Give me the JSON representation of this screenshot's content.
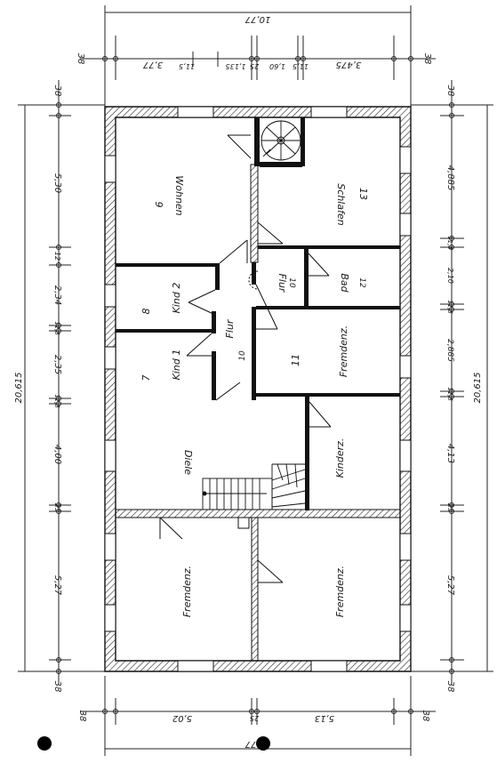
{
  "plan": {
    "rooms": [
      {
        "id": "wohnen",
        "name": "Wohnen",
        "number": "9"
      },
      {
        "id": "schlafen",
        "name": "Schlafen",
        "number": "13"
      },
      {
        "id": "kind2",
        "name": "Kind 2",
        "number": "8"
      },
      {
        "id": "kind1",
        "name": "Kind 1",
        "number": "7"
      },
      {
        "id": "flur-left",
        "name": "Flur",
        "number": "10"
      },
      {
        "id": "flur-right",
        "name": "Flur",
        "number": "10"
      },
      {
        "id": "bad",
        "name": "Bad",
        "number": "12"
      },
      {
        "id": "fremdenz-mid",
        "name": "Fremdenz.",
        "number": "11"
      },
      {
        "id": "diele",
        "name": "Diele",
        "number": ""
      },
      {
        "id": "kinderz",
        "name": "Kinderz.",
        "number": ""
      },
      {
        "id": "fremdenz-bl",
        "name": "Fremdenz.",
        "number": ""
      },
      {
        "id": "fremdenz-br",
        "name": "Fremdenz.",
        "number": ""
      }
    ],
    "dimensions": {
      "top_total": "10,77",
      "top_segments": [
        "38",
        "3,77",
        "11,5",
        "1,135",
        "25",
        "1,60",
        "11,5",
        "3,475",
        "38"
      ],
      "bottom_total": "10,77",
      "bottom_segments": [
        "38",
        "5,02",
        "25",
        "5,13",
        "38"
      ],
      "left_total": "20,615",
      "left_segments": [
        "38",
        "5,30",
        "12",
        "2,34",
        "11,5",
        "2,35",
        "11,5",
        "4,00",
        "25",
        "5,27",
        "38"
      ],
      "right_total": "20,615",
      "right_segments": [
        "38",
        "4,885",
        "11,5",
        "2,10",
        "11,5",
        "2,885",
        "11,5",
        "4,13",
        "25",
        "5,27",
        "38"
      ]
    }
  }
}
